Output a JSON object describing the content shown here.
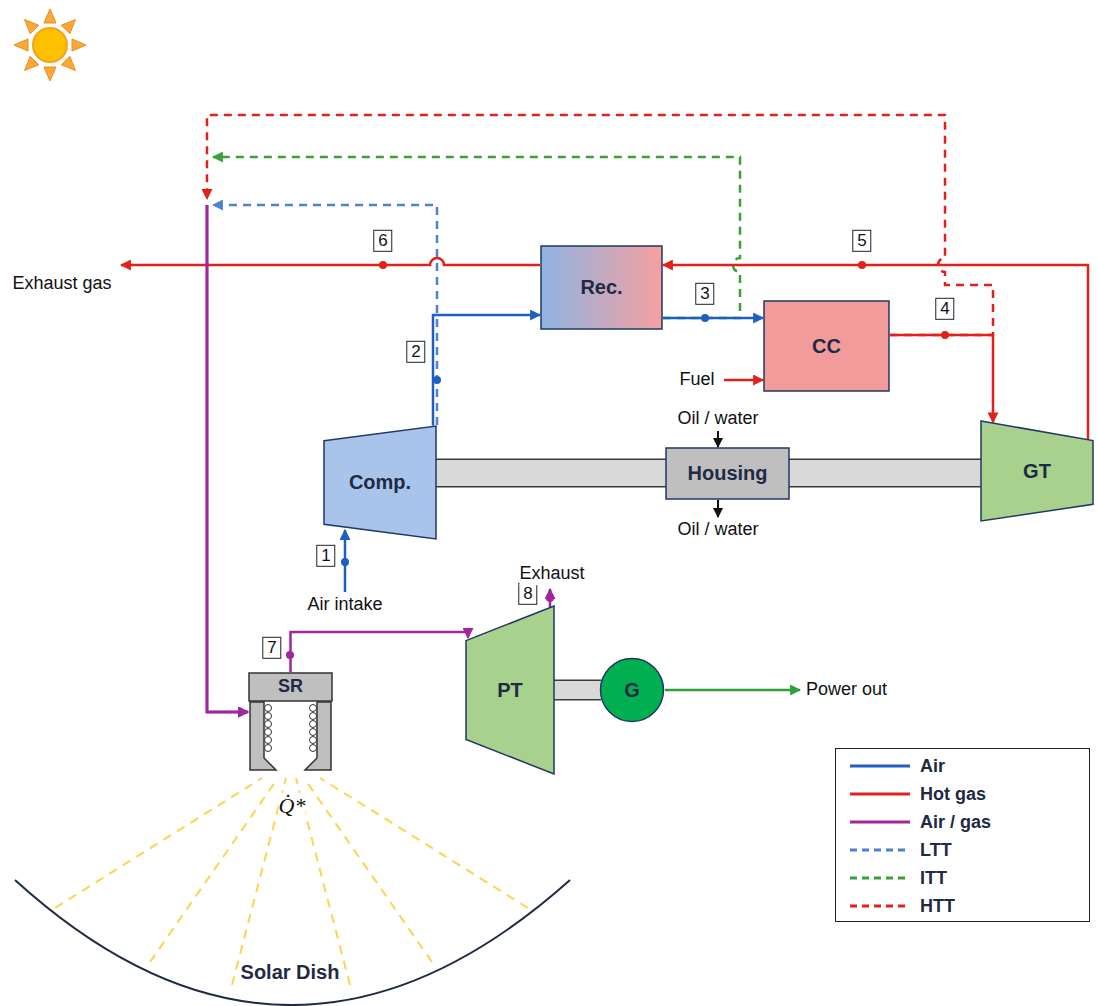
{
  "diagram": {
    "nodes": [
      {
        "text": [
          "Rec."
        ]
      },
      {
        "text": [
          "CC"
        ]
      },
      {
        "text": [
          "Comp."
        ]
      },
      {
        "text": [
          "Housing"
        ]
      },
      {
        "text": [
          "GT"
        ]
      },
      {
        "text": [
          "SR"
        ]
      },
      {
        "text": [
          "PT"
        ]
      },
      {
        "text": [
          "G"
        ]
      }
    ],
    "edges": [
      {
        "from": 2,
        "to": 0,
        "arrow": "to"
      },
      {
        "from": 0,
        "to": 1,
        "arrow": "to"
      },
      {
        "from": 1,
        "to": 4,
        "arrow": "to"
      },
      {
        "from": 4,
        "to": 0,
        "arrow": "to"
      },
      {
        "from": 2,
        "to": 3,
        "arrow": "none"
      },
      {
        "from": 3,
        "to": 4,
        "arrow": "none"
      },
      {
        "from": 2,
        "to": 5,
        "arrow": "to"
      },
      {
        "from": 0,
        "to": 5,
        "arrow": "to"
      },
      {
        "from": 1,
        "to": 5,
        "arrow": "to"
      },
      {
        "from": 5,
        "to": 6,
        "arrow": "to"
      },
      {
        "from": 6,
        "to": 7,
        "arrow": "none"
      }
    ],
    "labels": [
      "1",
      "2",
      "3",
      "4",
      "5",
      "6",
      "7",
      "8",
      "Exhaust gas",
      "Fuel",
      "Oil / water",
      "Oil / water",
      "Air intake",
      "Exhaust",
      "Power out",
      "Q̇*",
      "Solar Dish"
    ],
    "legend": [
      {
        "text": "Air"
      },
      {
        "text": "Hot gas"
      },
      {
        "text": "Air / gas"
      },
      {
        "text": "LTT"
      },
      {
        "text": "ITT"
      },
      {
        "text": "HTT"
      }
    ]
  }
}
